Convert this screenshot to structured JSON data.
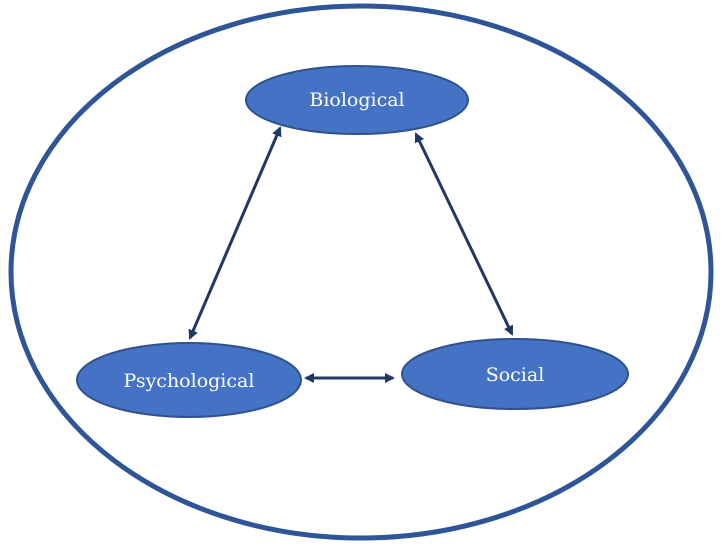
{
  "diagram": {
    "nodes": {
      "biological": "Biological",
      "psychological": "Psychological",
      "social": "Social"
    },
    "edges": [
      {
        "from": "biological",
        "to": "psychological",
        "bidirectional": true
      },
      {
        "from": "biological",
        "to": "social",
        "bidirectional": true
      },
      {
        "from": "psychological",
        "to": "social",
        "bidirectional": true
      }
    ]
  },
  "colors": {
    "outer_ring": "#2e5597",
    "node_fill": "#4472c4",
    "node_stroke": "#2f528f",
    "arrow": "#1f3864",
    "label": "#ffffff"
  }
}
